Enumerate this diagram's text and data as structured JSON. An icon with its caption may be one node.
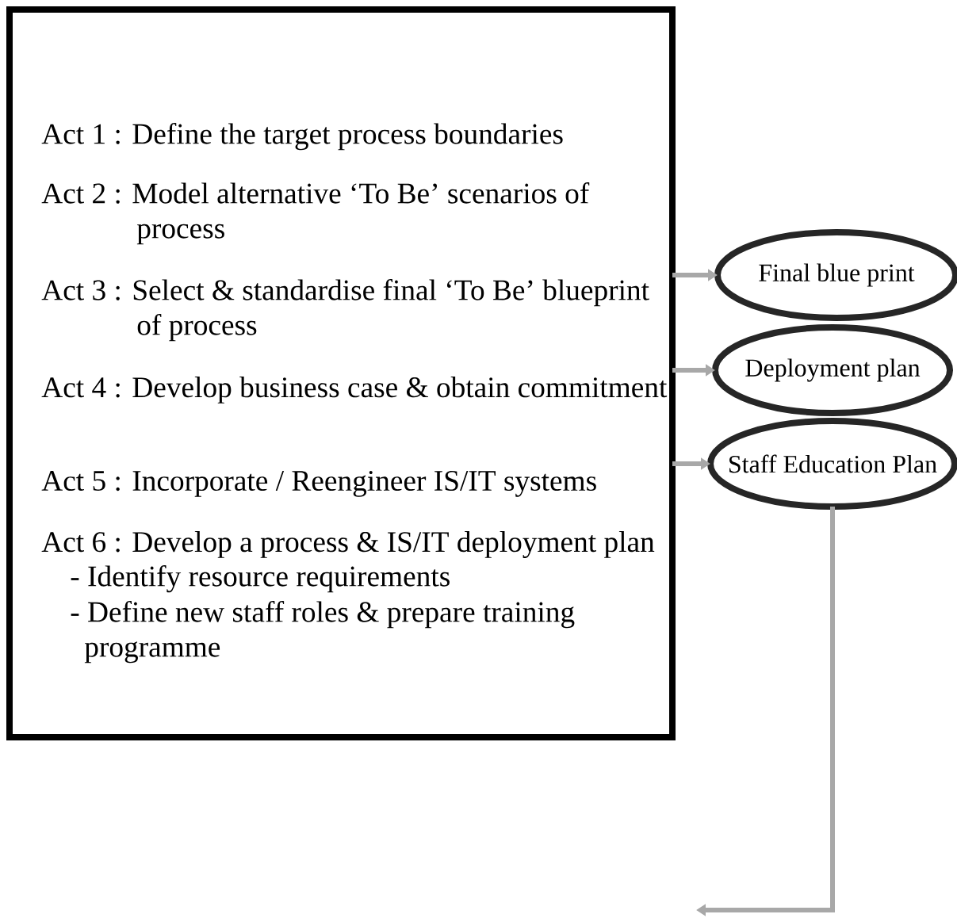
{
  "diagram": {
    "nodes": [
      {
        "text": [
          "Act 1 : Define the target process boundaries",
          "Act 2 : Model alternative ‘To Be’ scenarios of process",
          "Act 3 : Select & standardise final ‘To Be’ blueprint of process",
          "Act 4 : Develop business case & obtain commitment",
          "Act 5 : Incorporate / Reengineer IS/IT systems",
          "Act 6 : Develop a process & IS/IT deployment plan",
          "- Identify resource requirements",
          "- Define new staff roles & prepare training programme"
        ]
      },
      {
        "text": [
          "Final blue print"
        ]
      },
      {
        "text": [
          "Deployment plan"
        ]
      },
      {
        "text": [
          "Staff Education Plan"
        ]
      }
    ],
    "edges": [
      {
        "from": 0,
        "to": 1,
        "arrow": "to"
      },
      {
        "from": 0,
        "to": 2,
        "arrow": "to"
      },
      {
        "from": 0,
        "to": 3,
        "arrow": "to"
      },
      {
        "from": 3,
        "to": null,
        "arrow": "to"
      }
    ]
  }
}
